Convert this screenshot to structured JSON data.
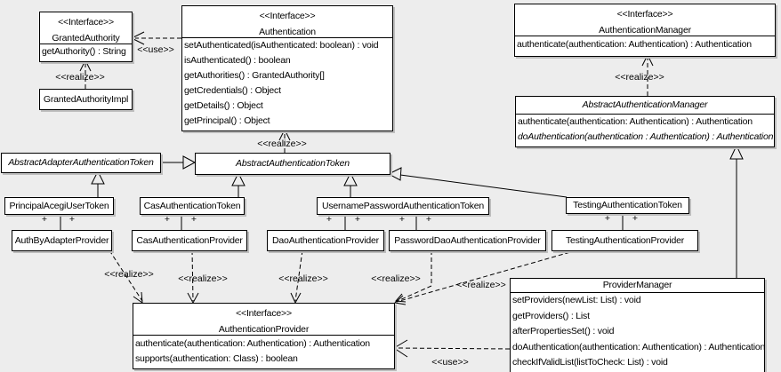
{
  "labels": {
    "realize": "<<realize>>",
    "use": "<<use>>",
    "plus": "+"
  },
  "boxes": {
    "granted_authority": {
      "stereotype": "<<Interface>>",
      "name": "GrantedAuthority",
      "methods": [
        "getAuthority() : String"
      ]
    },
    "granted_authority_impl": {
      "name": "GrantedAuthorityImpl"
    },
    "authentication": {
      "stereotype": "<<Interface>>",
      "name": "Authentication",
      "methods": [
        "setAuthenticated(isAuthenticated: boolean) : void",
        "isAuthenticated() : boolean",
        "getAuthorities() : GrantedAuthority[]",
        "getCredentials() : Object",
        "getDetails() : Object",
        "getPrincipal() : Object"
      ]
    },
    "authentication_manager": {
      "stereotype": "<<Interface>>",
      "name": "AuthenticationManager",
      "methods": [
        "authenticate(authentication: Authentication) : Authentication"
      ]
    },
    "abstract_authentication_manager": {
      "name": "AbstractAuthenticationManager",
      "methods": [
        "authenticate(authentication: Authentication) : Authentication",
        "doAuthentication(authentication : Authentication) : Authentication"
      ]
    },
    "abstract_adapter_authentication_token": {
      "name": "AbstractAdapterAuthenticationToken"
    },
    "abstract_authentication_token": {
      "name": "AbstractAuthenticationToken"
    },
    "principal_acegi_user_token": {
      "name": "PrincipalAcegiUserToken"
    },
    "cas_authentication_token": {
      "name": "CasAuthenticationToken"
    },
    "username_password_authentication_token": {
      "name": "UsernamePasswordAuthenticationToken"
    },
    "testing_authentication_token": {
      "name": "TestingAuthenticationToken"
    },
    "auth_by_adapter_provider": {
      "name": "AuthByAdapterProvider"
    },
    "cas_authentication_provider": {
      "name": "CasAuthenticationProvider"
    },
    "dao_authentication_provider": {
      "name": "DaoAuthenticationProvider"
    },
    "password_dao_authentication_provider": {
      "name": "PasswordDaoAuthenticationProvider"
    },
    "testing_authentication_provider": {
      "name": "TestingAuthenticationProvider"
    },
    "authentication_provider": {
      "stereotype": "<<Interface>>",
      "name": "AuthenticationProvider",
      "methods": [
        "authenticate(authentication: Authentication) : Authentication",
        "supports(authentication: Class) : boolean"
      ]
    },
    "provider_manager": {
      "name": "ProviderManager",
      "methods": [
        "setProviders(newList: List) : void",
        "getProviders() : List",
        "afterPropertiesSet() : void",
        "doAuthentication(authentication: Authentication) : Authentication",
        "checkIfValidList(listToCheck: List) : void"
      ]
    }
  }
}
